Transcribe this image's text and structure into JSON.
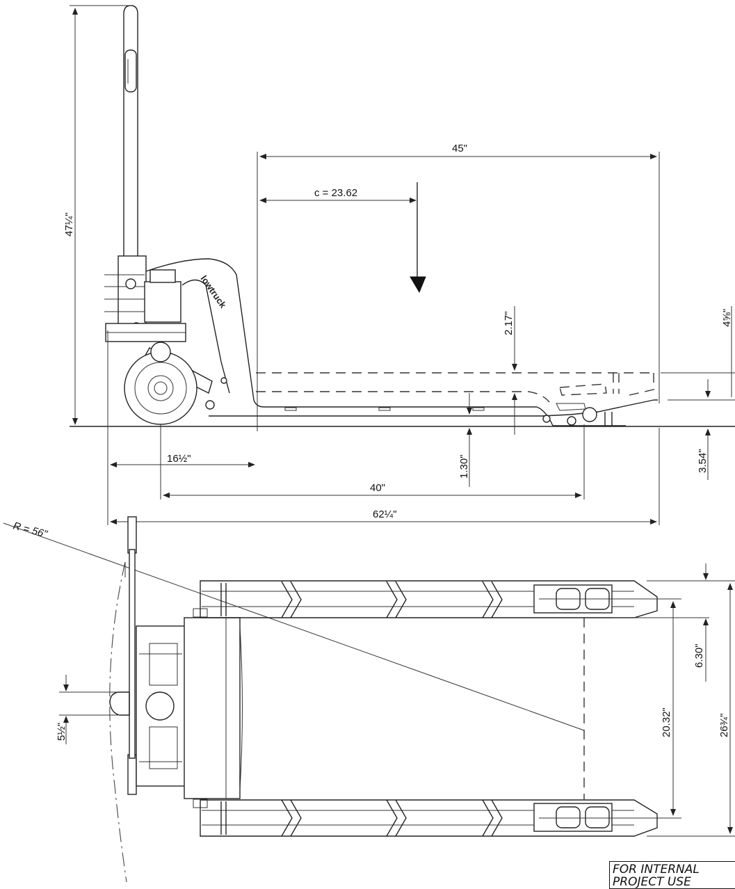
{
  "dimensions": {
    "overall_height": "47¼\"",
    "fork_length": "45\"",
    "load_center": "c = 23.62",
    "raised_lift": "2.17\"",
    "lowered_fork_height": "1.30\"",
    "front_overhang": "16½\"",
    "wheelbase": "40\"",
    "overall_length": "62¼\"",
    "fork_height_raised": "4⅝\"",
    "fork_tip_height": "3.54\"",
    "turning_radius": "R = 56\"",
    "fork_width": "6.30\"",
    "outside_width": "26¾\"",
    "roller_spread": "20.32\"",
    "handle_width": "5½\""
  },
  "brand_label": "lowtruck",
  "note": {
    "line1": "FOR INTERNAL",
    "line2": "PROJECT USE"
  }
}
